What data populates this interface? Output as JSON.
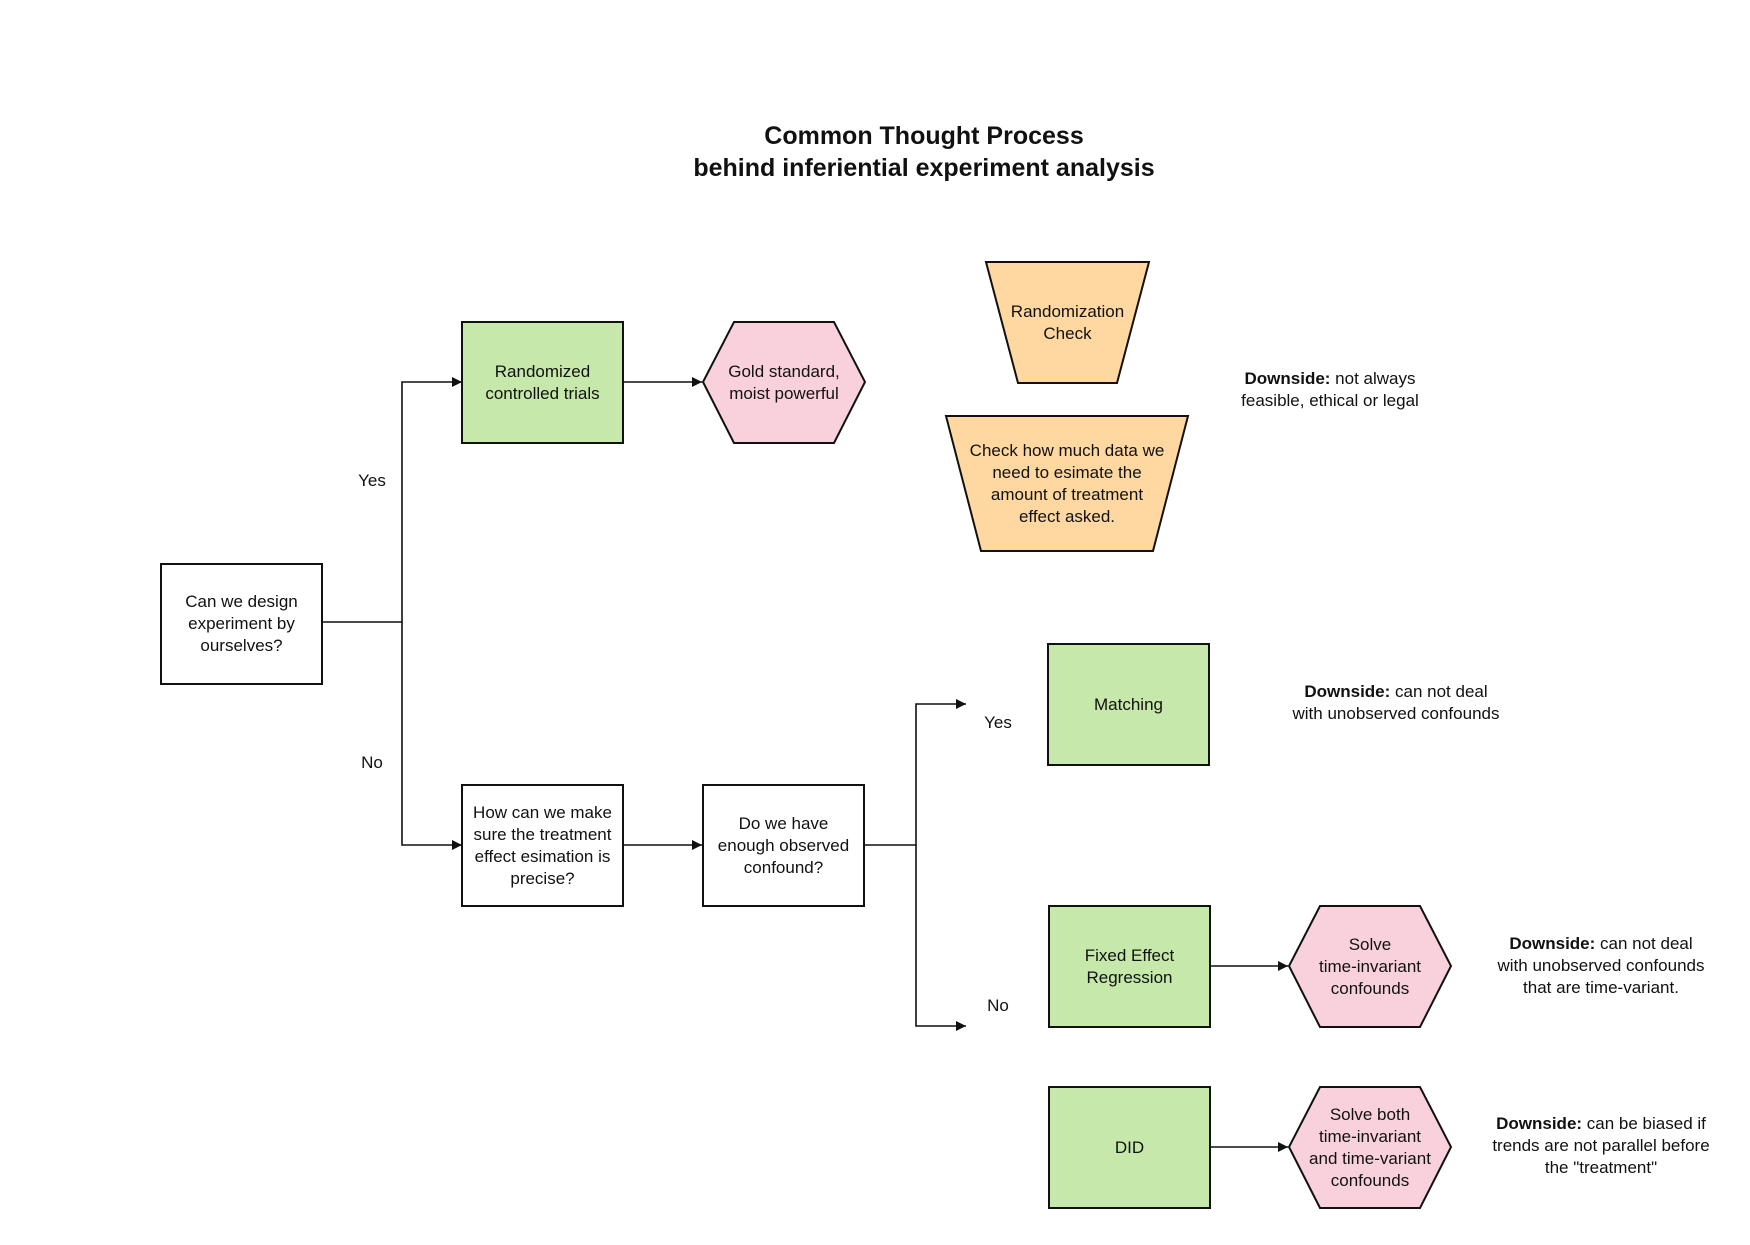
{
  "title": {
    "line1": "Common Thought Process",
    "line2": "behind inferiential experiment analysis"
  },
  "colors": {
    "green": "#c6e8aa",
    "pink": "#f9d1dc",
    "orange": "#fed8a0",
    "white": "#ffffff",
    "stroke": "#111111"
  },
  "nodes": {
    "design_question": "Can we design\nexperiment by\nourselves?",
    "rct": "Randomized\ncontrolled trials",
    "gold_standard": "Gold standard,\nmoist powerful",
    "randomization_check": "Randomization\nCheck",
    "data_check": "Check how much data we\nneed to esimate the\namount of treatment\neffect asked.",
    "precision_question": "How can we make\nsure the treatment\neffect esimation is\nprecise?",
    "confound_question": "Do we have\nenough observed\nconfound?",
    "matching": "Matching",
    "fixed_effect": "Fixed Effect\nRegression",
    "solve_time_invariant": "Solve\ntime-invariant\nconfounds",
    "did": "DID",
    "solve_both": "Solve both\ntime-invariant\nand time-variant\nconfounds"
  },
  "edge_labels": {
    "yes_design": "Yes",
    "no_design": "No",
    "yes_confound": "Yes",
    "no_confound": "No"
  },
  "notes": {
    "downside_label": "Downside:",
    "rct": " not always\nfeasible, ethical or legal",
    "matching": " can not deal\nwith unobserved confounds",
    "fixed_effect": " can not deal\nwith unobserved confounds\nthat are time-variant.",
    "did": " can be biased if\ntrends are not parallel before\nthe \"treatment\""
  }
}
